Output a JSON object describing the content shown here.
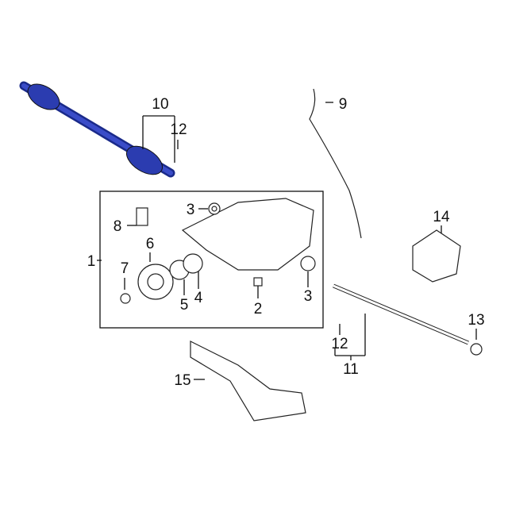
{
  "diagram": {
    "callouts": [
      {
        "id": "10",
        "text": "10"
      },
      {
        "id": "12a",
        "text": "12"
      },
      {
        "id": "9",
        "text": "9"
      },
      {
        "id": "3a",
        "text": "3"
      },
      {
        "id": "8",
        "text": "8"
      },
      {
        "id": "6",
        "text": "6"
      },
      {
        "id": "1",
        "text": "1"
      },
      {
        "id": "7",
        "text": "7"
      },
      {
        "id": "5",
        "text": "5"
      },
      {
        "id": "4",
        "text": "4"
      },
      {
        "id": "2",
        "text": "2"
      },
      {
        "id": "3b",
        "text": "3"
      },
      {
        "id": "14",
        "text": "14"
      },
      {
        "id": "13",
        "text": "13"
      },
      {
        "id": "12b",
        "text": "12"
      },
      {
        "id": "11",
        "text": "11"
      },
      {
        "id": "15",
        "text": "15"
      }
    ],
    "highlight_color": "#2b3cb0"
  }
}
